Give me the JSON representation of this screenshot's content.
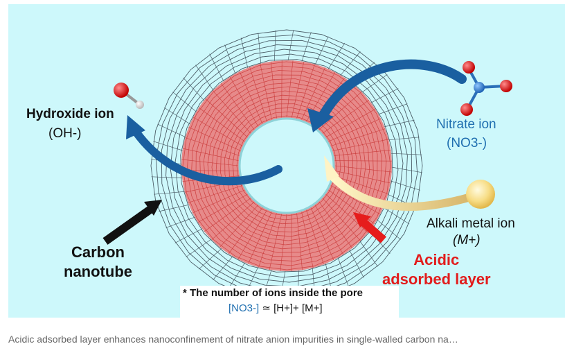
{
  "figure": {
    "hydroxide_label": "Hydroxide ion",
    "hydroxide_formula": "(OH-)",
    "nitrate_label": "Nitrate ion",
    "nitrate_formula": "(NO3-)",
    "alkali_label": "Alkali metal ion",
    "alkali_formula": "(M+)",
    "carbon_label_line1": "Carbon",
    "carbon_label_line2": "nanotube",
    "acidic_label_line1": "Acidic",
    "acidic_label_line2": "adsorbed layer",
    "note_line1": "* The number of ions inside the pore",
    "note_line2_nitrate": "[NO3-]",
    "note_line2_rest": " ≃ [H+]+ [M+]",
    "colors": {
      "background": "#cdf8fb",
      "layer": "#e78a8a",
      "mesh": "#4b5d67",
      "blue_arrow": "#1a5fa0",
      "red_arrow": "#e61c1c",
      "nitrate_text": "#1f6fb0"
    }
  },
  "caption": "Acidic adsorbed layer enhances nanoconfinement of nitrate anion impurities in single-walled carbon na…"
}
